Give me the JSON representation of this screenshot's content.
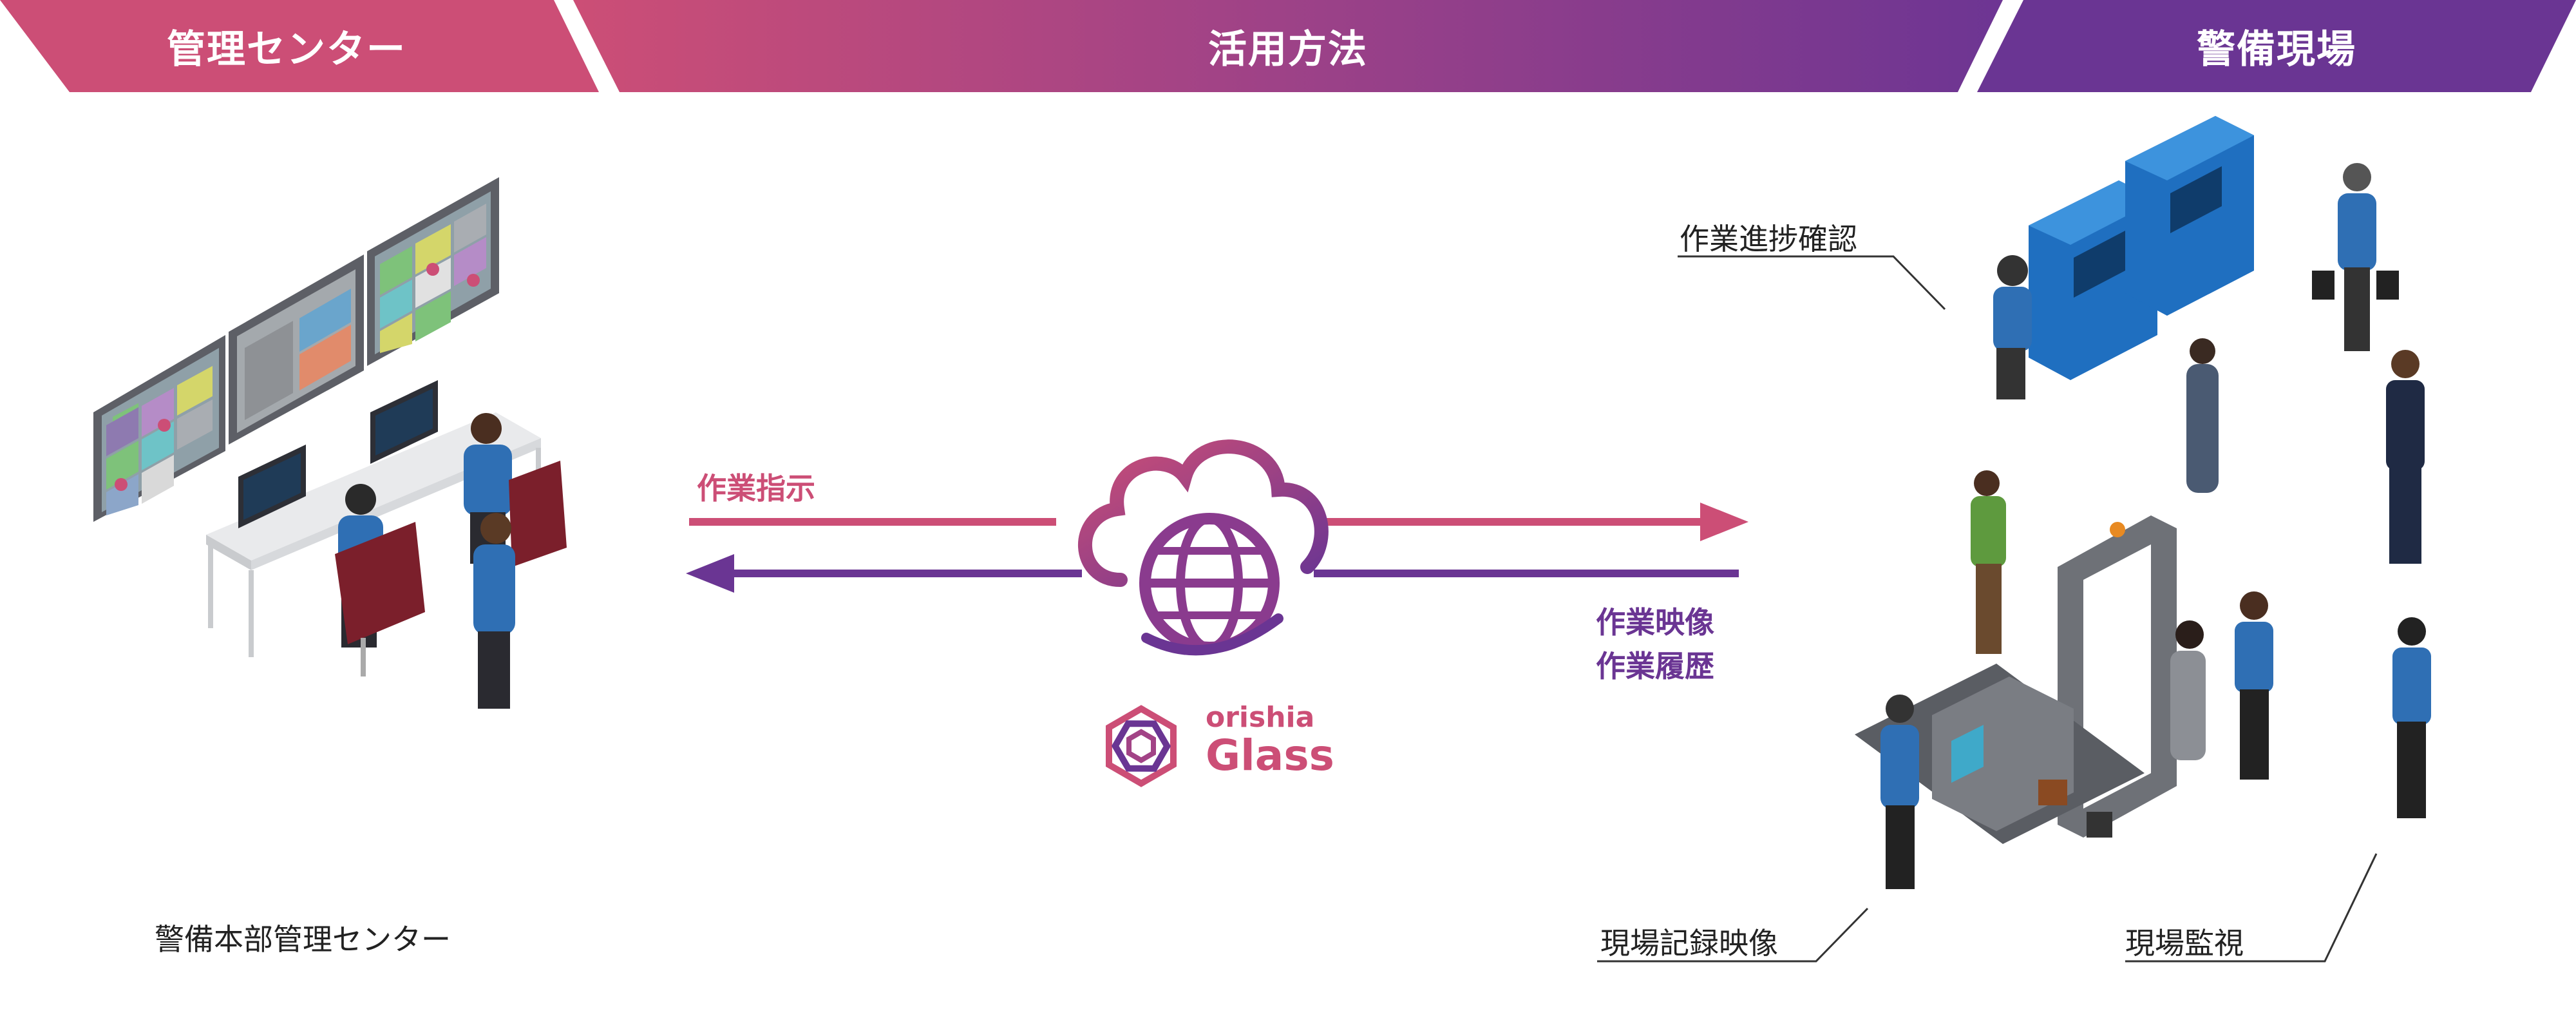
{
  "header": {
    "left": "管理センター",
    "middle": "活用方法",
    "right": "警備現場"
  },
  "labels": {
    "hq": "警備本部管理センター",
    "progress": "作業進捗確認",
    "recording": "現場記録映像",
    "monitoring": "現場監視"
  },
  "arrows": {
    "instruction": "作業指示",
    "video": "作業映像",
    "history": "作業履歴"
  },
  "logo": {
    "line1": "orishia",
    "line2": "Glass"
  },
  "colors": {
    "pink": "#cc4e76",
    "purple": "#6a3593"
  },
  "icons": [
    "control-room-illustration",
    "cloud-globe-icon",
    "orishia-logo-icon",
    "atm-maintenance-illustration",
    "security-gate-illustration"
  ]
}
